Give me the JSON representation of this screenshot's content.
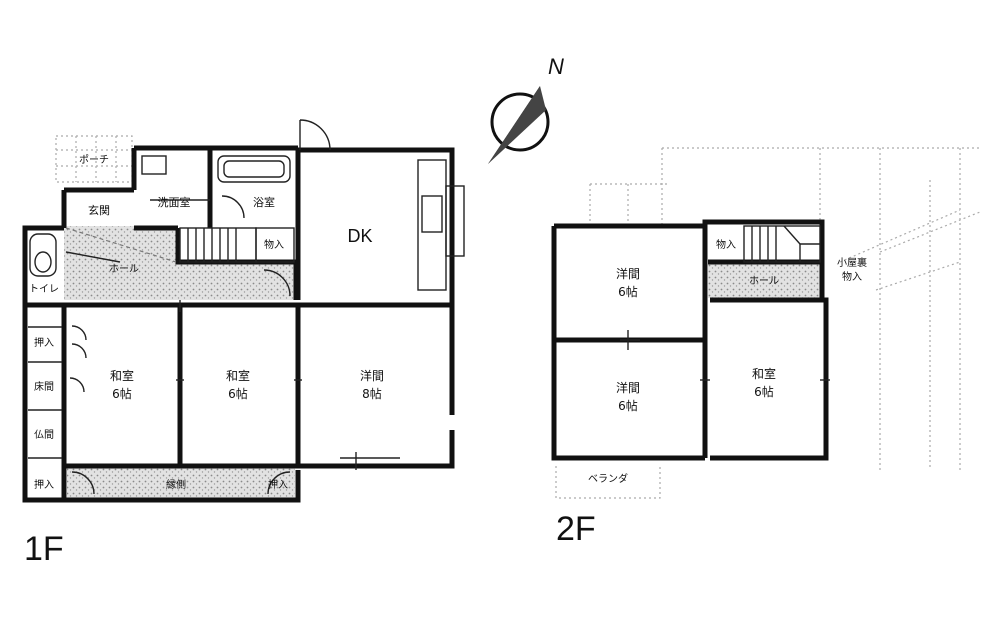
{
  "floors": {
    "first": "1F",
    "second": "2F"
  },
  "compass": {
    "north": "N"
  },
  "rooms_1f": {
    "porch": "ポーチ",
    "genkan": "玄関",
    "washroom": "洗面室",
    "bath": "浴室",
    "storage_stair": "物入",
    "dk": "DK",
    "hall": "ホール",
    "toilet": "トイレ",
    "oshiire_1": "押入",
    "tokonoma": "床間",
    "butsuma": "仏間",
    "oshiire_2": "押入",
    "corridor": "縁側",
    "oshiire_3": "押入",
    "washitsu_a_name": "和室",
    "washitsu_a_size": "6帖",
    "washitsu_b_name": "和室",
    "washitsu_b_size": "6帖",
    "youma_name": "洋間",
    "youma_size": "8帖"
  },
  "rooms_2f": {
    "youma_a_name": "洋間",
    "youma_a_size": "6帖",
    "youma_b_name": "洋間",
    "youma_b_size": "6帖",
    "washitsu_name": "和室",
    "washitsu_size": "6帖",
    "storage": "物入",
    "hall": "ホール",
    "attic_line1": "小屋裏",
    "attic_line2": "物入",
    "veranda": "ベランダ"
  }
}
